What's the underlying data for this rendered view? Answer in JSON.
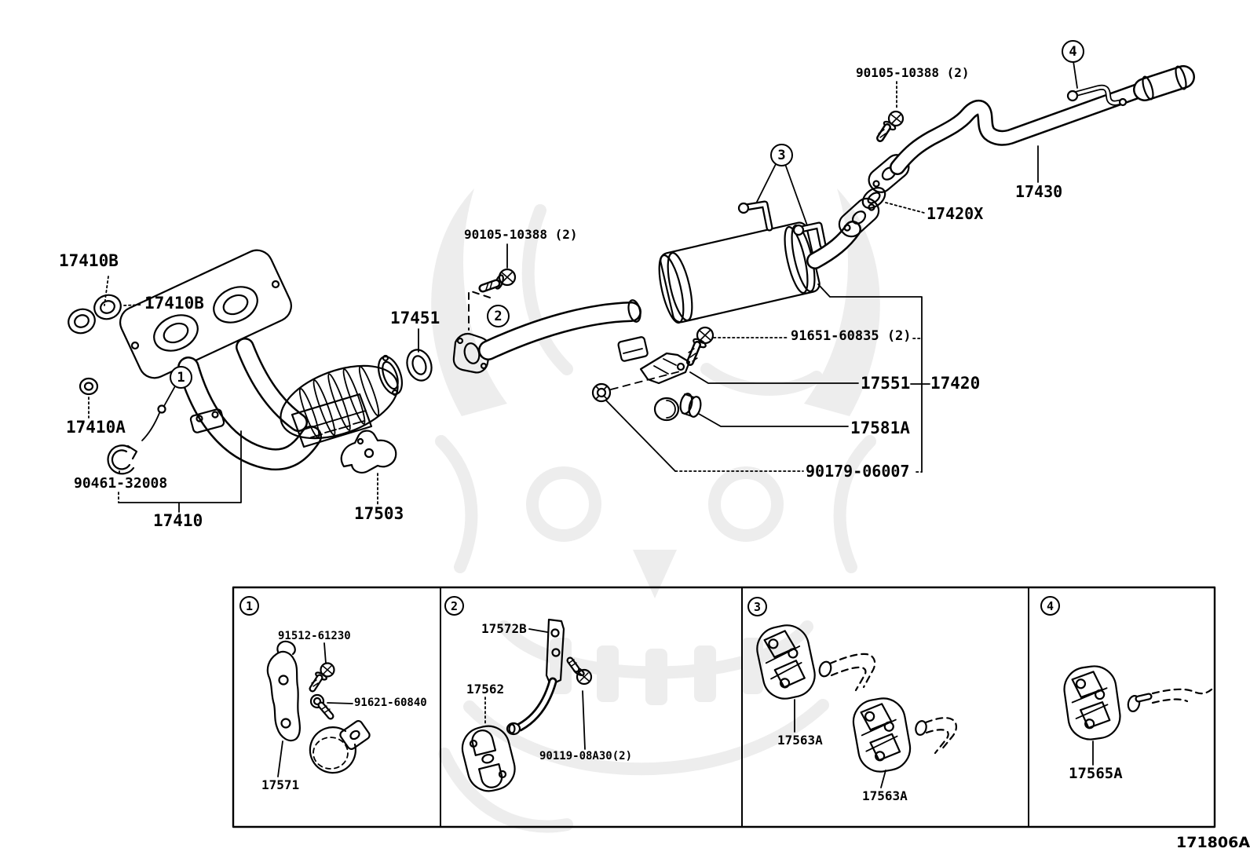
{
  "diagram": {
    "title": "Exhaust pipe parts diagram",
    "footer_code": "171806A",
    "colors": {
      "line": "#000000",
      "background": "#ffffff",
      "watermark": "#ededed"
    },
    "labels": [
      {
        "id": "17410B-upper",
        "text": "17410B"
      },
      {
        "id": "17410B-lower",
        "text": "17410B"
      },
      {
        "id": "17451",
        "text": "17451"
      },
      {
        "id": "90105-10388-center",
        "text": "90105-10388 (2)"
      },
      {
        "id": "17410A",
        "text": "17410A"
      },
      {
        "id": "90461-32008",
        "text": "90461-32008"
      },
      {
        "id": "17410",
        "text": "17410"
      },
      {
        "id": "17503",
        "text": "17503"
      },
      {
        "id": "90105-10388-top-right",
        "text": "90105-10388 (2)"
      },
      {
        "id": "17420X",
        "text": "17420X"
      },
      {
        "id": "17430",
        "text": "17430"
      },
      {
        "id": "91651-60835",
        "text": "91651-60835 (2)"
      },
      {
        "id": "17551",
        "text": "17551"
      },
      {
        "id": "17420",
        "text": "17420"
      },
      {
        "id": "17581A",
        "text": "17581A"
      },
      {
        "id": "90179-06007",
        "text": "90179-06007"
      },
      {
        "id": "91512-61230",
        "text": "91512-61230"
      },
      {
        "id": "91621-60840",
        "text": "91621-60840"
      },
      {
        "id": "17571",
        "text": "17571"
      },
      {
        "id": "17572B",
        "text": "17572B"
      },
      {
        "id": "17562",
        "text": "17562"
      },
      {
        "id": "90119-08A30",
        "text": "90119-08A30(2)"
      },
      {
        "id": "17563A-upper",
        "text": "17563A"
      },
      {
        "id": "17563A-lower",
        "text": "17563A"
      },
      {
        "id": "17565A",
        "text": "17565A"
      }
    ],
    "callouts": [
      {
        "num": "1"
      },
      {
        "num": "2"
      },
      {
        "num": "3"
      },
      {
        "num": "4"
      },
      {
        "num": "1"
      },
      {
        "num": "2"
      },
      {
        "num": "3"
      },
      {
        "num": "4"
      }
    ]
  }
}
